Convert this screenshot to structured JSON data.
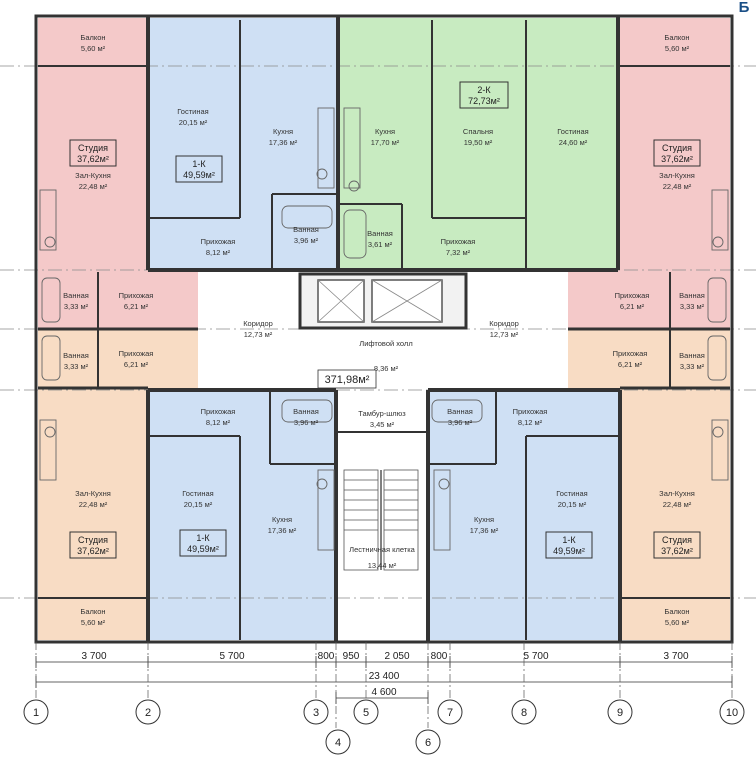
{
  "corner_text": "Б",
  "total_area": "371,98м²",
  "units": [
    {
      "type": "Студия",
      "area": "37,62м²"
    },
    {
      "type": "1-К",
      "area": "49,59м²"
    },
    {
      "type": "2-К",
      "area": "72,73м²"
    },
    {
      "type": "Студия",
      "area": "37,62м²"
    },
    {
      "type": "Студия",
      "area": "37,62м²"
    },
    {
      "type": "1-К",
      "area": "49,59м²"
    },
    {
      "type": "1-К",
      "area": "49,59м²"
    },
    {
      "type": "Студия",
      "area": "37,62м²"
    }
  ],
  "rooms": [
    {
      "name": "Балкон",
      "area": "5,60 м²"
    },
    {
      "name": "Гостиная",
      "area": "20,15 м²"
    },
    {
      "name": "Кухня",
      "area": "17,36 м²"
    },
    {
      "name": "Кухня",
      "area": "17,70 м²"
    },
    {
      "name": "Спальня",
      "area": "19,50 м²"
    },
    {
      "name": "Гостиная",
      "area": "24,60 м²"
    },
    {
      "name": "Балкон",
      "area": "5,60 м²"
    },
    {
      "name": "Зал-Кухня",
      "area": "22,48 м²"
    },
    {
      "name": "Зал-Кухня",
      "area": "22,48 м²"
    },
    {
      "name": "Прихожая",
      "area": "8,12 м²"
    },
    {
      "name": "Ванная",
      "area": "3,96 м²"
    },
    {
      "name": "Ванная",
      "area": "3,61 м²"
    },
    {
      "name": "Прихожая",
      "area": "7,32 м²"
    },
    {
      "name": "Ванная",
      "area": "3,33 м²"
    },
    {
      "name": "Прихожая",
      "area": "6,21 м²"
    },
    {
      "name": "Прихожая",
      "area": "6,21 м²"
    },
    {
      "name": "Ванная",
      "area": "3,33 м²"
    },
    {
      "name": "Коридор",
      "area": "12,73 м²"
    },
    {
      "name": "Коридор",
      "area": "12,73 м²"
    },
    {
      "name": "Лифтовой холл",
      "area": "8,36 м²"
    },
    {
      "name": "Ванная",
      "area": "3,33 м²"
    },
    {
      "name": "Прихожая",
      "area": "6,21 м²"
    },
    {
      "name": "Прихожая",
      "area": "6,21 м²"
    },
    {
      "name": "Ванная",
      "area": "3,33 м²"
    },
    {
      "name": "Прихожая",
      "area": "8,12 м²"
    },
    {
      "name": "Ванная",
      "area": "3,96 м²"
    },
    {
      "name": "Тамбур-шлюз",
      "area": "3,45 м²"
    },
    {
      "name": "Ванная",
      "area": "3,96 м²"
    },
    {
      "name": "Прихожая",
      "area": "8,12 м²"
    },
    {
      "name": "Гостиная",
      "area": "20,15 м²"
    },
    {
      "name": "Кухня",
      "area": "17,36 м²"
    },
    {
      "name": "Кухня",
      "area": "17,36 м²"
    },
    {
      "name": "Гостиная",
      "area": "20,15 м²"
    },
    {
      "name": "Зал-Кухня",
      "area": "22,48 м²"
    },
    {
      "name": "Зал-Кухня",
      "area": "22,48 м²"
    },
    {
      "name": "Лестничная клетка",
      "area": "13,44 м²"
    },
    {
      "name": "Балкон",
      "area": "5,60 м²"
    },
    {
      "name": "Балкон",
      "area": "5,60 м²"
    }
  ],
  "dimensions": {
    "segments": [
      "3 700",
      "5 700",
      "800",
      "950",
      "2 050",
      "800",
      "5 700",
      "3 700"
    ],
    "overall": "23 400",
    "middle": "4 600"
  },
  "axes": [
    "1",
    "2",
    "3",
    "4",
    "5",
    "6",
    "7",
    "8",
    "9",
    "10"
  ],
  "colors": {
    "studio": "#f4c9c9",
    "studio_south": "#f8dcc4",
    "one_room": "#cfe0f4",
    "two_room": "#c8ebc1",
    "common": "#ffffff",
    "wall": "#333333"
  }
}
